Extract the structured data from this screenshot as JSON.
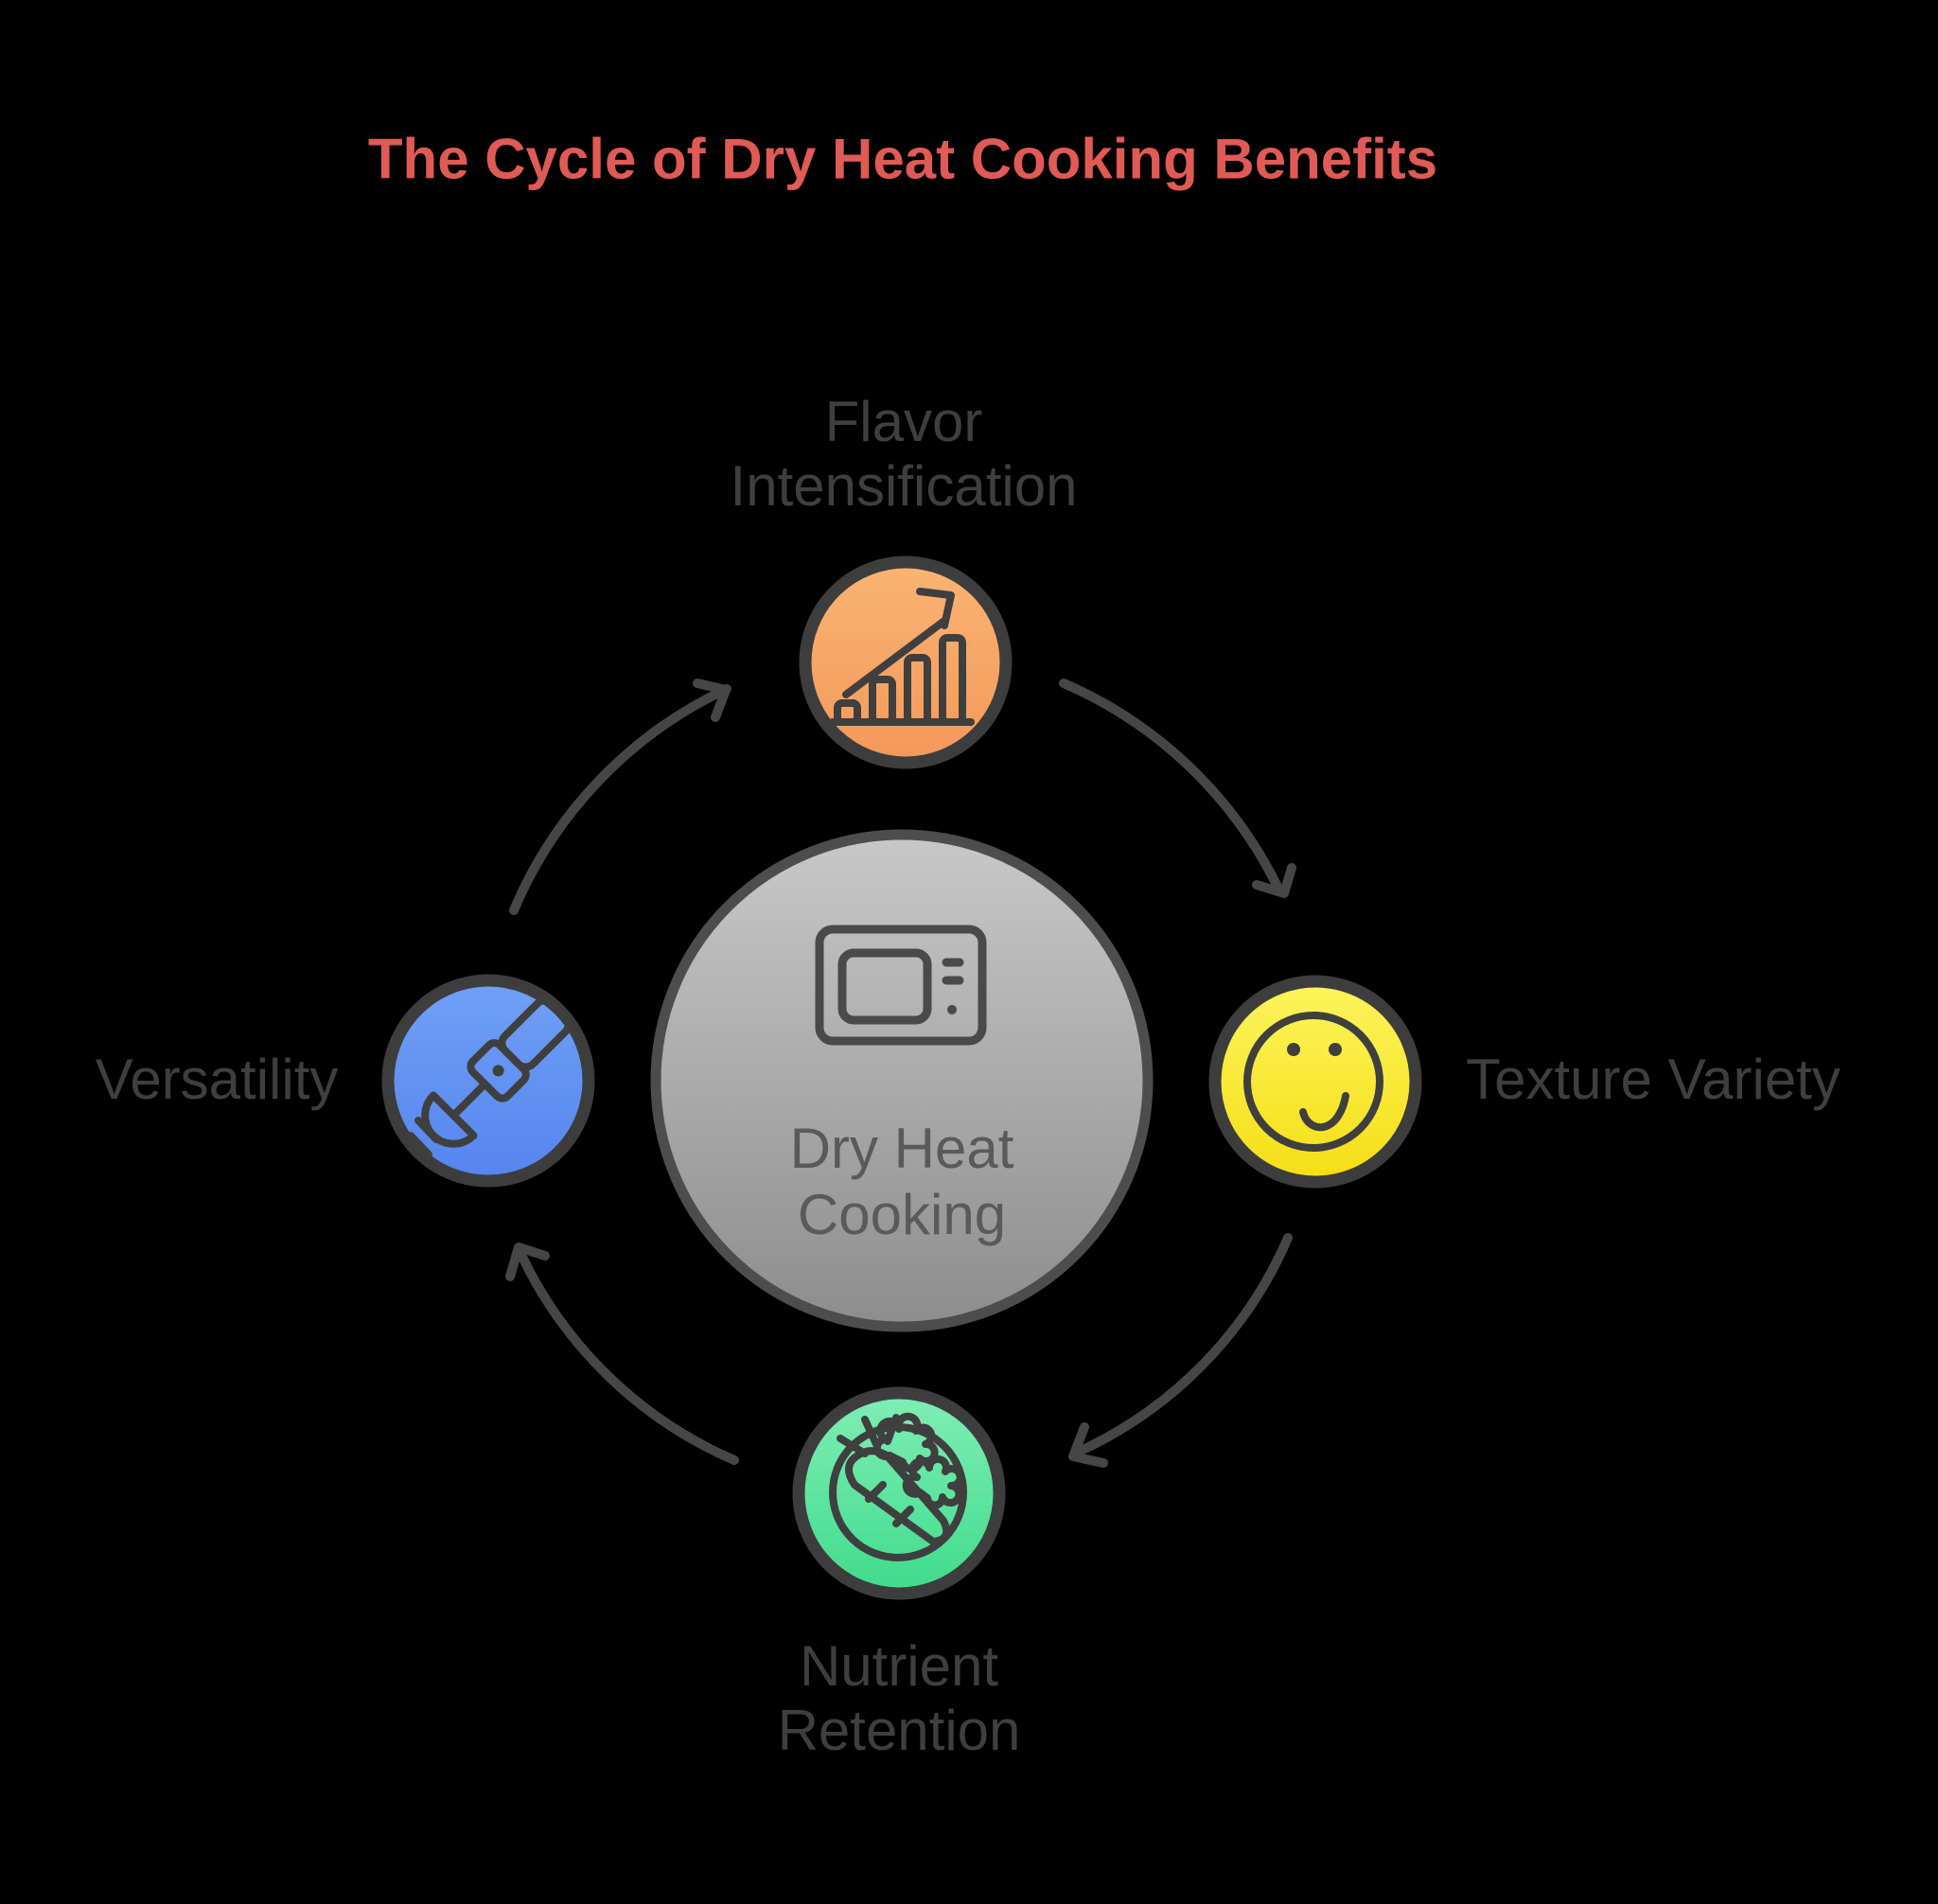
{
  "title": {
    "text": "The Cycle of Dry Heat Cooking Benefits",
    "color": "#E05A56"
  },
  "center": {
    "label": "Dry Heat\nCooking",
    "icon": "microwave-oven-icon",
    "gradient_top": "#C8C8C8",
    "gradient_bottom": "#8D8D8D",
    "border_color": "#4D4D4D",
    "icon_stroke_color": "#4A4A4A",
    "text_color": "#5A5A5A"
  },
  "nodes": {
    "flavor": {
      "label": "Flavor\nIntensification",
      "icon": "growth-chart-icon",
      "gradient_top": "#FAB473",
      "gradient_bottom": "#F3985A"
    },
    "texture": {
      "label": "Texture Variety",
      "icon": "confused-face-icon",
      "gradient_top": "#FCF45C",
      "gradient_bottom": "#F6DE14"
    },
    "nutrient": {
      "label": "Nutrient\nRetention",
      "icon": "carrot-and-broccoli-icon",
      "gradient_top": "#80EEB5",
      "gradient_bottom": "#3FDB8B"
    },
    "versatility": {
      "label": "Versatility",
      "icon": "immersion-blender-icon",
      "gradient_top": "#70A0F6",
      "gradient_bottom": "#5585EE"
    }
  },
  "style": {
    "background": "#000000",
    "label_color": "#3F3F41",
    "node_border_color": "#3D3D3D",
    "arrow_color": "#464646",
    "icon_stroke_color": "#3F3F3F"
  }
}
